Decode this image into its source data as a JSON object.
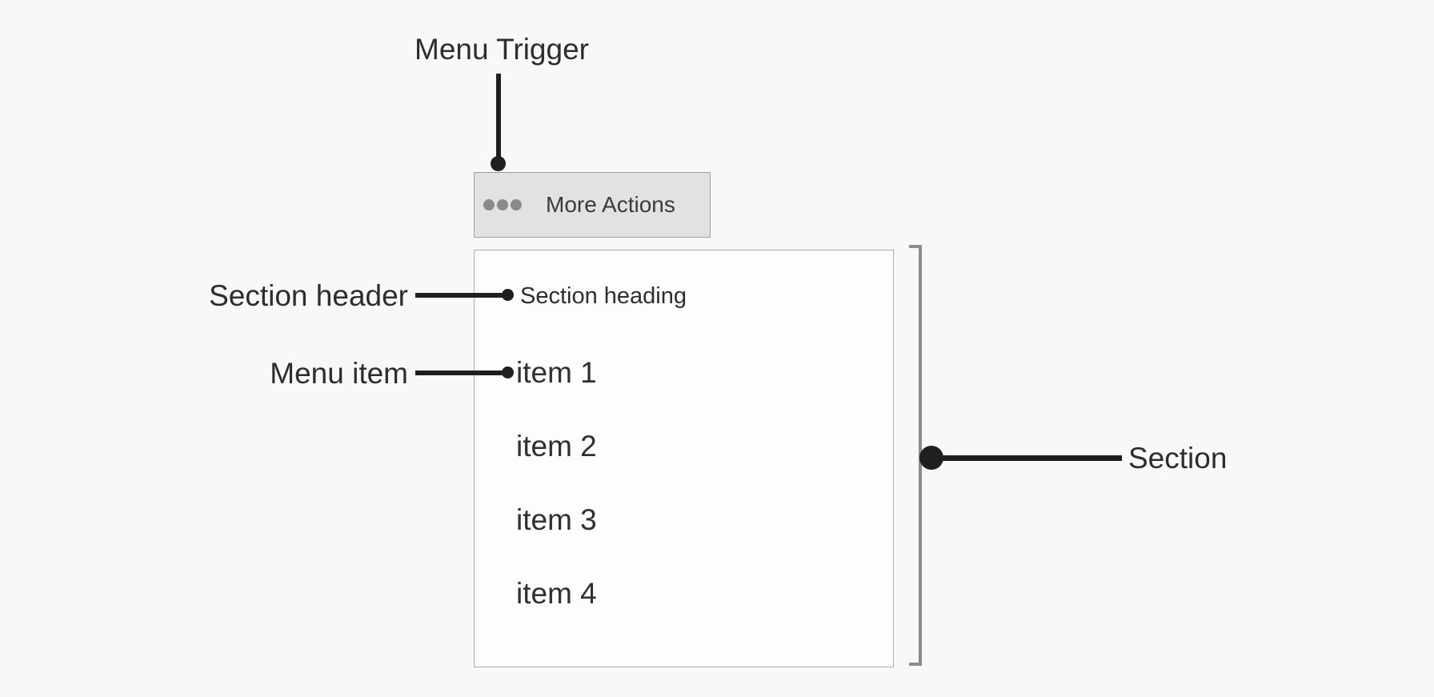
{
  "annotations": {
    "menu_trigger": "Menu Trigger",
    "section_header": "Section header",
    "menu_item": "Menu item",
    "section": "Section"
  },
  "trigger_button": {
    "icon": "ellipsis-icon",
    "label": "More Actions"
  },
  "menu": {
    "section_heading": "Section heading",
    "items": [
      {
        "label": "item 1"
      },
      {
        "label": "item 2"
      },
      {
        "label": "item 3"
      },
      {
        "label": "item 4"
      }
    ]
  },
  "colors": {
    "page_background": "#f7f8fa",
    "panel_background": "#fdfdfe",
    "panel_border": "#ababab",
    "button_background": "#e2e2e2",
    "button_border": "#9e9e9e",
    "ellipsis_dots": "#8a8a8a",
    "annotation_line": "#1f1f1f",
    "bracket": "#8c8c8c",
    "label_text": "#2d2d2d"
  }
}
